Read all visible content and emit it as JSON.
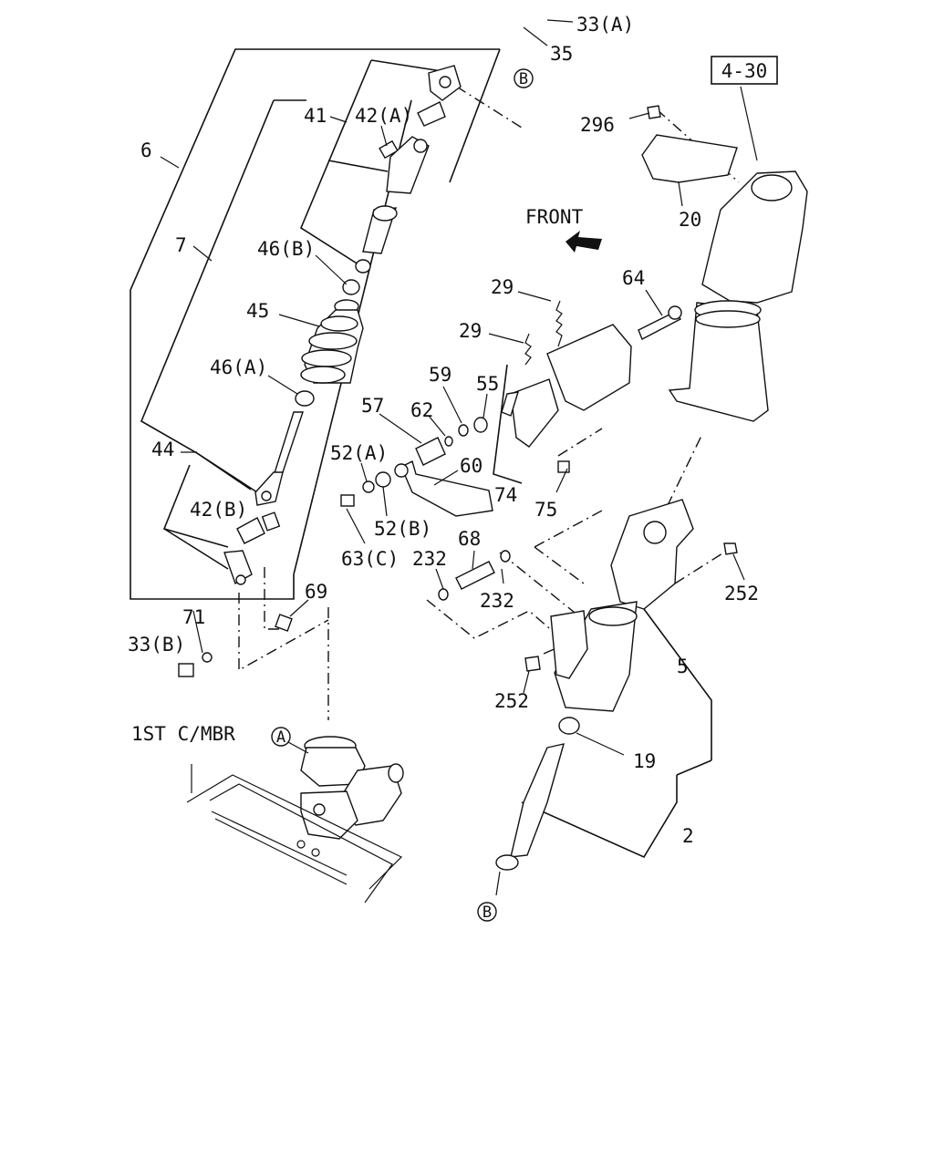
{
  "labels": {
    "p33a": "33(A)",
    "p35": "35",
    "pB_top": "B",
    "p4_30": "4-30",
    "p296": "296",
    "p20": "20",
    "p6": "6",
    "p41": "41",
    "p42a": "42(A)",
    "p7": "7",
    "p46b": "46(B)",
    "p45": "45",
    "p46a": "46(A)",
    "p44": "44",
    "p42b": "42(B)",
    "p71": "71",
    "p33b": "33(B)",
    "p69": "69",
    "front": "FRONT",
    "p29a": "29",
    "p29b": "29",
    "p64": "64",
    "p59": "59",
    "p55": "55",
    "p57": "57",
    "p62": "62",
    "p52a": "52(A)",
    "p60": "60",
    "p74": "74",
    "p75": "75",
    "p52b": "52(B)",
    "p63c": "63(C)",
    "p232a": "232",
    "p68": "68",
    "p232b": "232",
    "p252a": "252",
    "p252b": "252",
    "p5": "5",
    "p19": "19",
    "p2": "2",
    "pB_bot": "B",
    "pA": "A",
    "member": "1ST C/MBR"
  }
}
